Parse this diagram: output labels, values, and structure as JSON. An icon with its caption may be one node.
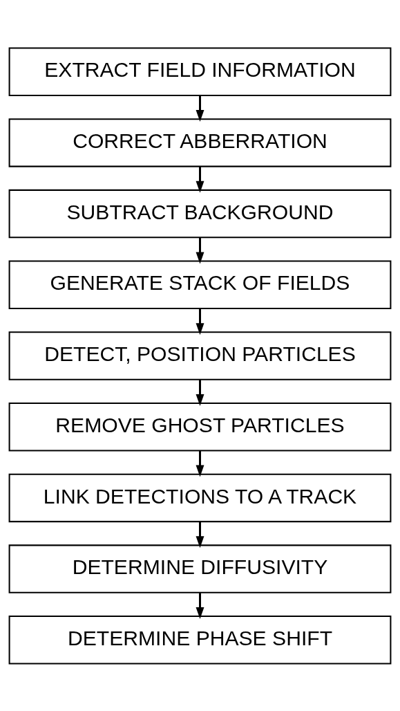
{
  "diagram": {
    "nodes": [
      {
        "text": [
          "EXTRACT FIELD INFORMATION"
        ]
      },
      {
        "text": [
          "CORRECT ABBERRATION"
        ]
      },
      {
        "text": [
          "SUBTRACT BACKGROUND"
        ]
      },
      {
        "text": [
          "GENERATE STACK OF FIELDS"
        ]
      },
      {
        "text": [
          "DETECT, POSITION PARTICLES"
        ]
      },
      {
        "text": [
          "REMOVE GHOST PARTICLES"
        ]
      },
      {
        "text": [
          "LINK DETECTIONS TO A TRACK"
        ]
      },
      {
        "text": [
          "DETERMINE DIFFUSIVITY"
        ]
      },
      {
        "text": [
          "DETERMINE PHASE SHIFT"
        ]
      }
    ],
    "edges": [
      {
        "from": 0,
        "to": 1,
        "arrow": "to"
      },
      {
        "from": 1,
        "to": 2,
        "arrow": "to"
      },
      {
        "from": 2,
        "to": 3,
        "arrow": "to"
      },
      {
        "from": 3,
        "to": 4,
        "arrow": "to"
      },
      {
        "from": 4,
        "to": 5,
        "arrow": "to"
      },
      {
        "from": 5,
        "to": 6,
        "arrow": "to"
      },
      {
        "from": 6,
        "to": 7,
        "arrow": "to"
      },
      {
        "from": 7,
        "to": 8,
        "arrow": "to"
      }
    ]
  }
}
